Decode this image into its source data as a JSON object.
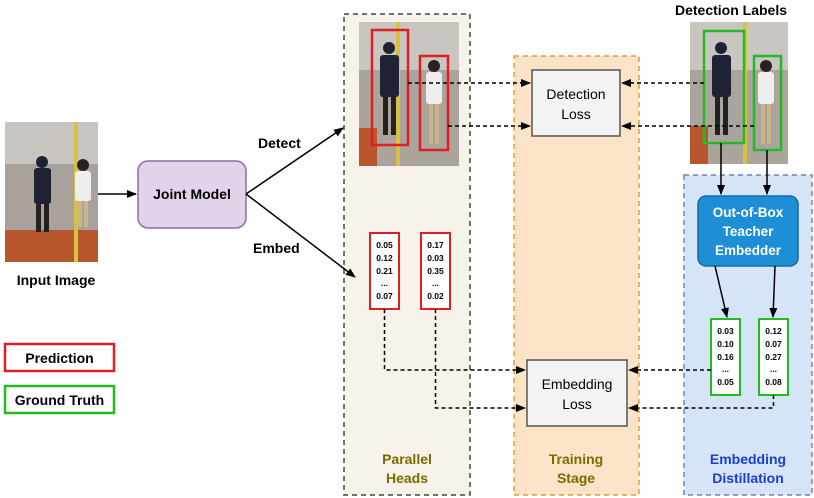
{
  "input": {
    "label": "Input Image"
  },
  "joint_model": {
    "label": "Joint Model"
  },
  "edges": {
    "detect": "Detect",
    "embed": "Embed"
  },
  "detection_labels": {
    "title": "Detection Labels"
  },
  "detection_loss": {
    "line1": "Detection",
    "line2": "Loss"
  },
  "embedding_loss": {
    "line1": "Embedding",
    "line2": "Loss"
  },
  "teacher": {
    "line1": "Out-of-Box",
    "line2": "Teacher",
    "line3": "Embedder"
  },
  "regions": {
    "parallel_heads": {
      "line1": "Parallel",
      "line2": "Heads",
      "color": "#7a6a00"
    },
    "training_stage": {
      "line1": "Training",
      "line2": "Stage",
      "color": "#7a6a00"
    },
    "embedding_distillation": {
      "line1": "Embedding",
      "line2": "Distillation",
      "color": "#1a3fd0"
    }
  },
  "pred_vectors": [
    [
      "0.05",
      "0.12",
      "0.21",
      "...",
      "0.07"
    ],
    [
      "0.17",
      "0.03",
      "0.35",
      "...",
      "0.02"
    ]
  ],
  "gt_vectors": [
    [
      "0.03",
      "0.10",
      "0.16",
      "...",
      "0.05"
    ],
    [
      "0.12",
      "0.07",
      "0.27",
      "...",
      "0.08"
    ]
  ],
  "legend": {
    "prediction": "Prediction",
    "ground_truth": "Ground Truth"
  },
  "colors": {
    "prediction": "#e02020",
    "ground_truth": "#22bb22",
    "teacher": "#1e8fd6"
  }
}
